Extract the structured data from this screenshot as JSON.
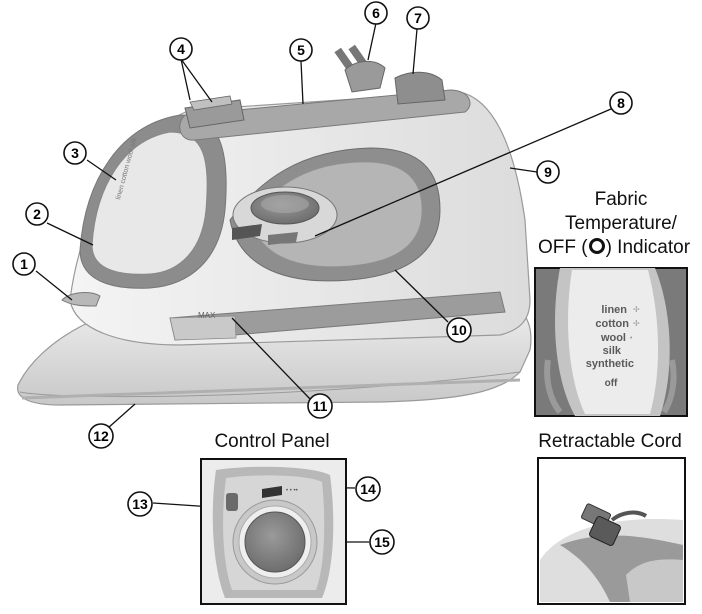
{
  "callouts": [
    "1",
    "2",
    "3",
    "4",
    "5",
    "6",
    "7",
    "8",
    "9",
    "10",
    "11",
    "12",
    "13",
    "14",
    "15"
  ],
  "fabric_indicator": {
    "heading": [
      "Fabric",
      "Temperature/",
      "OFF (",
      ") Indicator"
    ],
    "fabrics": [
      "linen",
      "cotton",
      "wool",
      "silk",
      "synthetic",
      "off"
    ]
  },
  "control_panel": {
    "heading": "Control Panel"
  },
  "retractable_cord": {
    "heading": "Retractable Cord"
  },
  "iron_markings": {
    "max_label": "MAX"
  },
  "colors": {
    "iron_dark": "#8a8a8a",
    "iron_mid": "#b8b8b8",
    "iron_light": "#e4e4e4",
    "outline": "#222222"
  }
}
